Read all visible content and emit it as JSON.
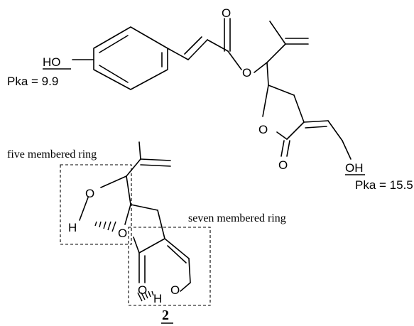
{
  "top_molecule": {
    "atoms": {
      "ho_phenol": "HO",
      "o_carbonyl": "O",
      "o_ester": "O",
      "o_ring": "O",
      "o_lactone_carbonyl": "O",
      "oh_terminal": "OH"
    },
    "pka_phenol": "Pka = 9.9",
    "pka_alcohol": "Pka = 15.5"
  },
  "bottom_scheme": {
    "label_five_ring": "five membered ring",
    "label_seven_ring": "seven membered ring",
    "atoms": {
      "o1": "O",
      "h1": "H",
      "o2": "O",
      "o3": "O",
      "h2": "H",
      "o4": "O"
    },
    "compound_number": "2"
  }
}
